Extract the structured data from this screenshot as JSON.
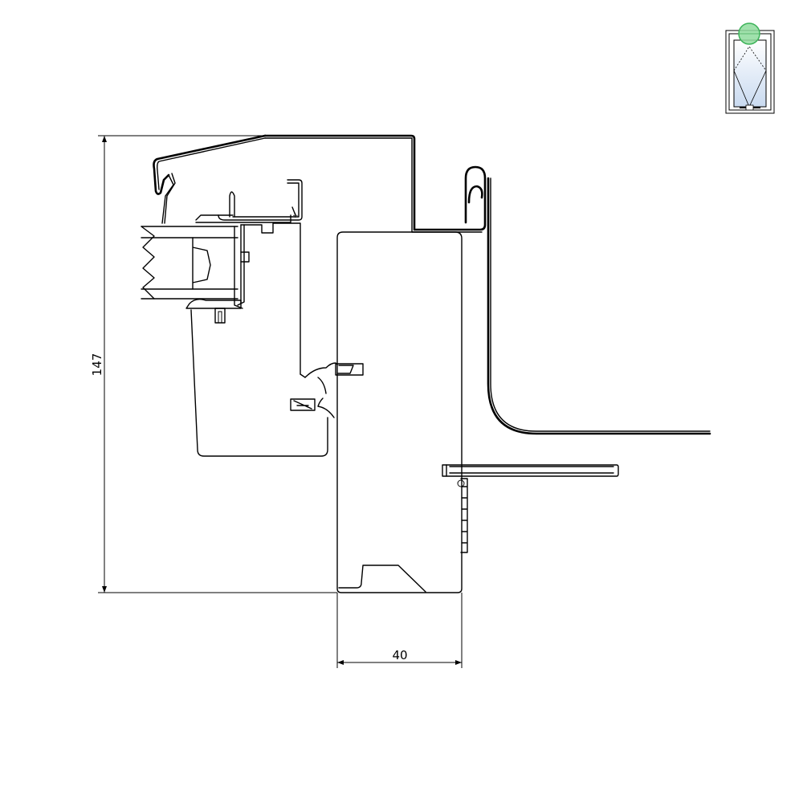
{
  "drawing": {
    "dimensions": {
      "height_label": "147",
      "width_label": "40"
    },
    "legend_icon": {
      "name": "window-opening-indicator",
      "highlight_color": "#3db35a",
      "glass_color": "#c9daf0"
    }
  }
}
